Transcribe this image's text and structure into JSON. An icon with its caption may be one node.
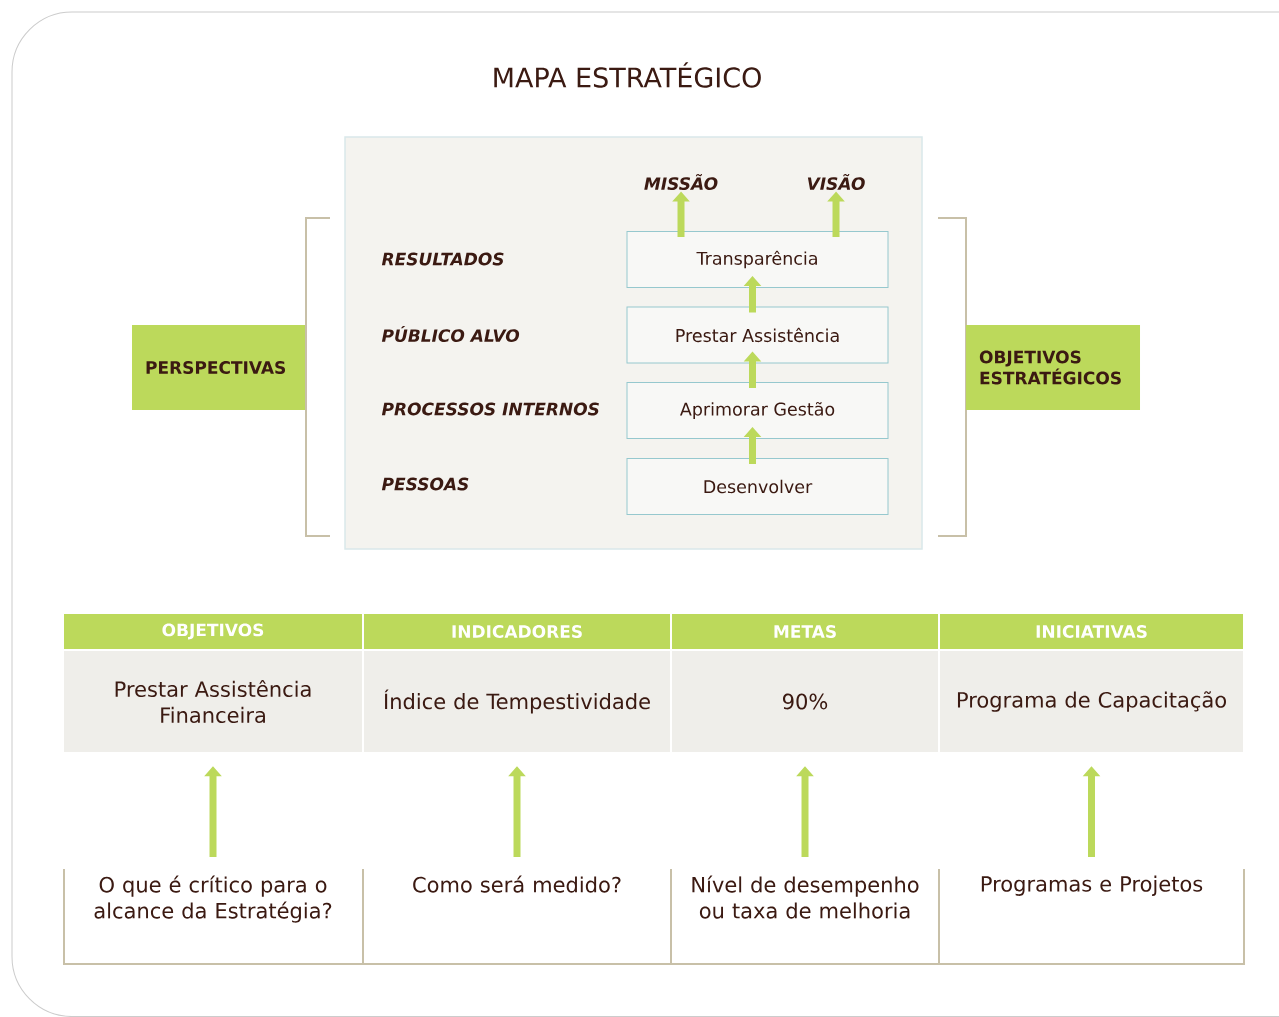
{
  "diagram": {
    "title": "MAPA ESTRATÉGICO",
    "nodes": [
      {
        "text": [
          "PERSPECTIVAS"
        ]
      },
      {
        "text": [
          "OBJETIVOS ESTRATÉGICOS"
        ]
      },
      {
        "text": [
          "MISSÃO"
        ]
      },
      {
        "text": [
          "VISÃO"
        ]
      },
      {
        "text": [
          "Transparência"
        ]
      },
      {
        "text": [
          "Prestar Assistência"
        ]
      },
      {
        "text": [
          "Aprimorar Gestão"
        ]
      },
      {
        "text": [
          "Desenvolver"
        ]
      },
      {
        "text": [
          "OBJETIVOS"
        ]
      },
      {
        "text": [
          "INDICADORES"
        ]
      },
      {
        "text": [
          "METAS"
        ]
      },
      {
        "text": [
          "INICIATIVAS"
        ]
      },
      {
        "text": [
          "Prestar Assistência Financeira"
        ]
      },
      {
        "text": [
          "Índice de Tempestividade"
        ]
      },
      {
        "text": [
          "90%"
        ]
      },
      {
        "text": [
          "Programa de Capacitação"
        ]
      },
      {
        "text": [
          "O que é crítico para o alcance da Estratégia?"
        ]
      },
      {
        "text": [
          "Como será medido?"
        ]
      },
      {
        "text": [
          "Nível de desempenho ou taxa de melhoria"
        ]
      },
      {
        "text": [
          "Programas e Projetos"
        ]
      }
    ],
    "edges": [
      {
        "from": 4,
        "to": 2,
        "arrow": "to"
      },
      {
        "from": 4,
        "to": 3,
        "arrow": "to"
      },
      {
        "from": 5,
        "to": 4,
        "arrow": "to"
      },
      {
        "from": 6,
        "to": 5,
        "arrow": "to"
      },
      {
        "from": 7,
        "to": 6,
        "arrow": "to"
      },
      {
        "from": 16,
        "to": 12,
        "arrow": "to"
      },
      {
        "from": 17,
        "to": 13,
        "arrow": "to"
      },
      {
        "from": 18,
        "to": 14,
        "arrow": "to"
      },
      {
        "from": 19,
        "to": 15,
        "arrow": "to"
      }
    ],
    "labels": [
      "RESULTADOS",
      "PÚBLICO ALVO",
      "PROCESSOS INTERNOS",
      "PESSOAS"
    ]
  }
}
